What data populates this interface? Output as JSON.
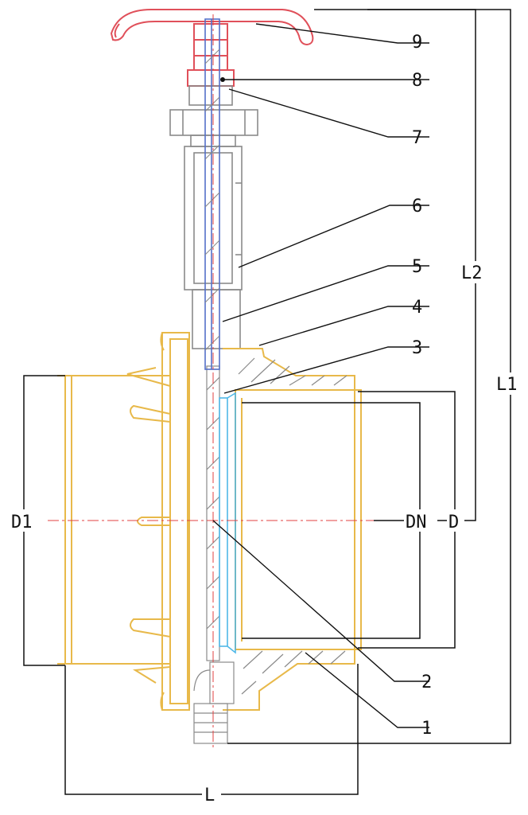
{
  "colors": {
    "handwheel": "#e0505a",
    "body": "#e8b94a",
    "stem": "#5470c8",
    "seal": "#4fb8e8",
    "centerline": "#e04040",
    "line": "#111111",
    "outline": "#8a8a8a"
  },
  "part_labels": [
    {
      "id": "part-9",
      "text": "9"
    },
    {
      "id": "part-8",
      "text": "8"
    },
    {
      "id": "part-7",
      "text": "7"
    },
    {
      "id": "part-6",
      "text": "6"
    },
    {
      "id": "part-5",
      "text": "5"
    },
    {
      "id": "part-4",
      "text": "4"
    },
    {
      "id": "part-3",
      "text": "3"
    },
    {
      "id": "part-2",
      "text": "2"
    },
    {
      "id": "part-1",
      "text": "1"
    }
  ],
  "dimensions": {
    "d1": "D1",
    "dn": "DN",
    "d": "D",
    "l": "L",
    "l1": "L1",
    "l2": "L2"
  }
}
